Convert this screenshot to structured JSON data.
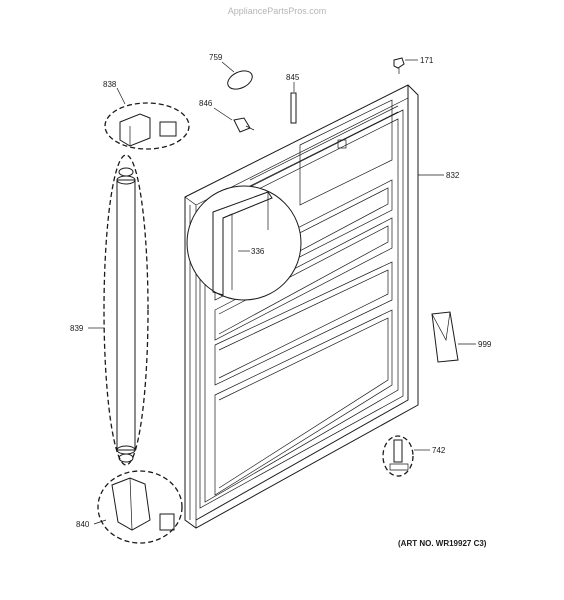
{
  "watermark": "AppliancePartsPros.com",
  "art_number": "(ART NO. WR19927 C3)",
  "parts": {
    "p759": "759",
    "p171": "171",
    "p845": "845",
    "p846": "846",
    "p838": "838",
    "p832": "832",
    "p336": "336",
    "p839": "839",
    "p999": "999",
    "p742": "742",
    "p840": "840"
  }
}
